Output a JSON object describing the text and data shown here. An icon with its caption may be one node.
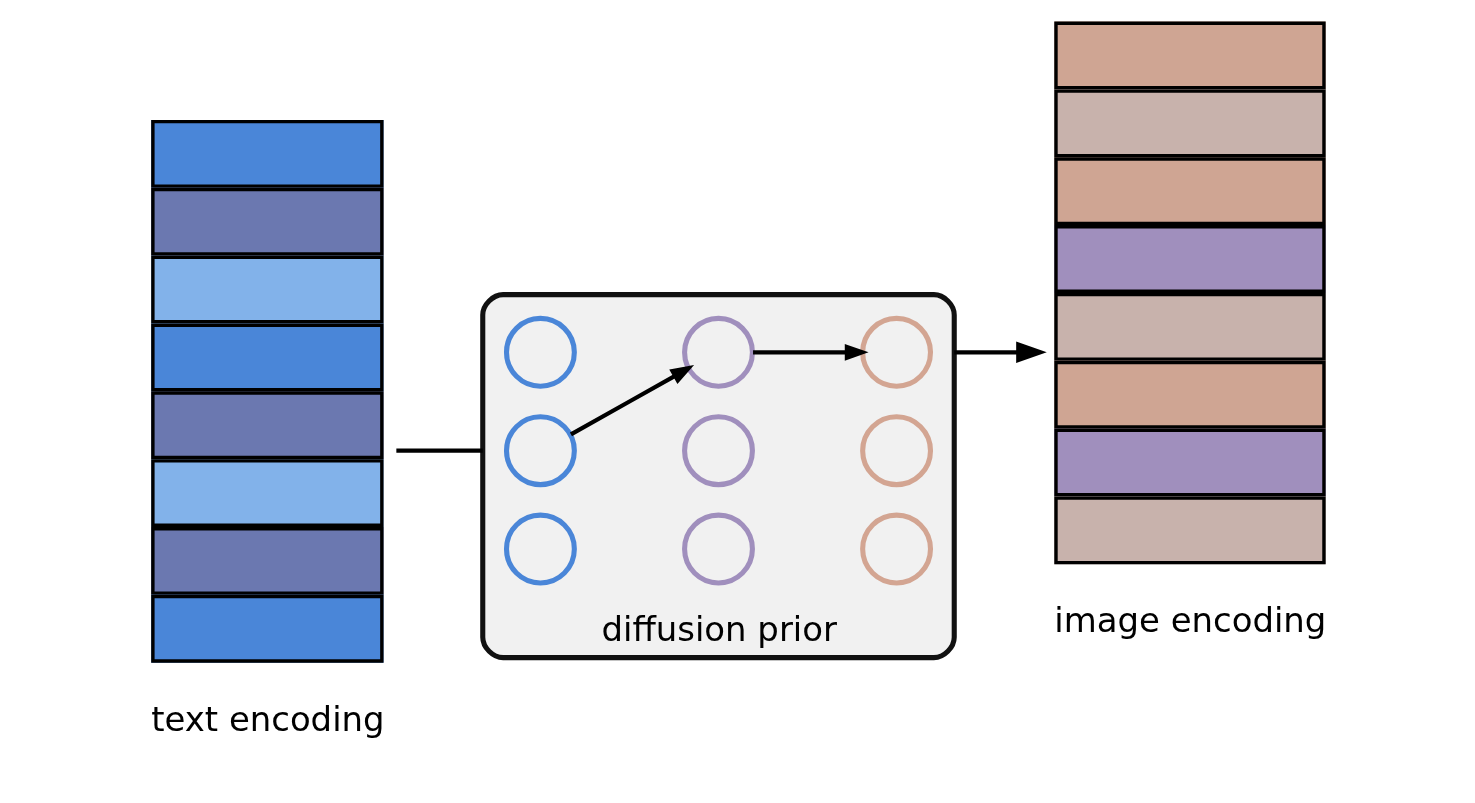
{
  "diagram": {
    "nodes": [
      {
        "text": [
          "text encoding"
        ]
      },
      {
        "text": [
          "diffusion prior"
        ]
      },
      {
        "text": [],
        "shape": "circle",
        "in": 1
      },
      {
        "text": [],
        "shape": "circle",
        "in": 1
      },
      {
        "text": [],
        "shape": "circle",
        "in": 1
      },
      {
        "text": [],
        "shape": "circle",
        "in": 1
      },
      {
        "text": [],
        "shape": "circle",
        "in": 1
      },
      {
        "text": [],
        "shape": "circle",
        "in": 1
      },
      {
        "text": [],
        "shape": "circle",
        "in": 1
      },
      {
        "text": [],
        "shape": "circle",
        "in": 1
      },
      {
        "text": [],
        "shape": "circle",
        "in": 1
      },
      {
        "text": [
          "image encoding"
        ]
      }
    ],
    "edges": [
      {
        "from": 0,
        "to": 1,
        "arrow": "none"
      },
      {
        "from": 5,
        "to": 6,
        "arrow": "to"
      },
      {
        "from": 6,
        "to": 7,
        "arrow": "to"
      },
      {
        "from": 1,
        "to": 11,
        "arrow": "to"
      }
    ]
  }
}
